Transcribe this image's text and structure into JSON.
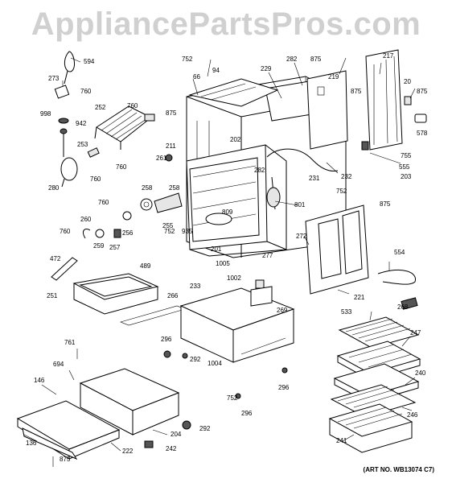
{
  "watermark": "AppliancePartsPros.com",
  "art_number": "(ART NO. WB13074 C7)",
  "callouts": [
    "594",
    "273",
    "760",
    "998",
    "942",
    "252",
    "760",
    "875",
    "253",
    "211",
    "261",
    "760",
    "760",
    "280",
    "66",
    "752",
    "94",
    "229",
    "282",
    "875",
    "875",
    "219",
    "217",
    "20",
    "875",
    "578",
    "755",
    "555",
    "203",
    "232",
    "231",
    "202",
    "282",
    "752",
    "875",
    "258",
    "258",
    "255",
    "809",
    "801",
    "272",
    "760",
    "752",
    "256",
    "257",
    "259",
    "260",
    "935",
    "201",
    "1005",
    "277",
    "760",
    "472",
    "489",
    "251",
    "1002",
    "233",
    "269",
    "554",
    "221",
    "533",
    "268",
    "247",
    "266",
    "296",
    "292",
    "1004",
    "240",
    "761",
    "694",
    "146",
    "296",
    "752",
    "296",
    "246",
    "204",
    "292",
    "242",
    "222",
    "136",
    "875",
    "241"
  ]
}
